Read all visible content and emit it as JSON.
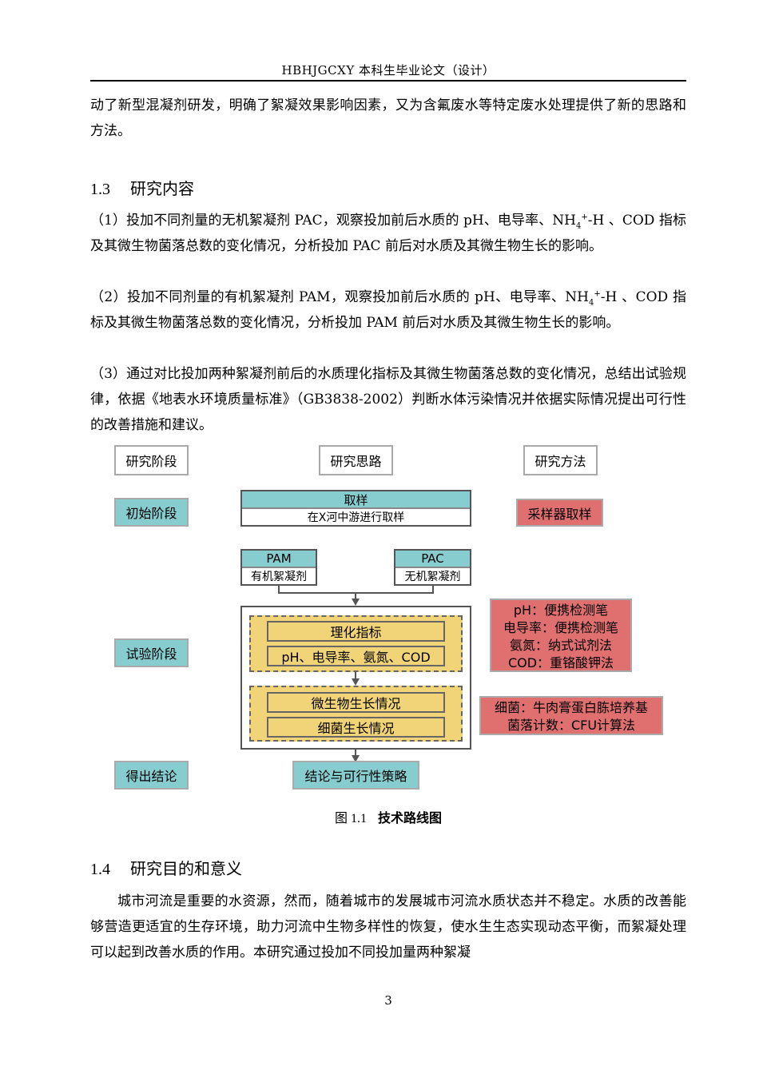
{
  "header": "HBHJGCXY 本科生毕业论文（设计）",
  "intro_paragraph": "动了新型混凝剂研发，明确了絮凝效果影响因素，又为含氟废水等特定废水处理提供了新的思路和方法。",
  "section_1_3": {
    "number": "1.3",
    "title": "研究内容"
  },
  "items": {
    "item1": {
      "pre": "（1）投加不同剂量的无机絮凝剂 PAC，观察投加前后水质的 pH、电导率、NH",
      "post": "-H 、COD 指标及其微生物菌落总数的变化情况，分析投加 PAC 前后对水质及其微生物生长的影响。"
    },
    "item2": {
      "pre": "（2）投加不同剂量的有机絮凝剂 PAM，观察投加前后水质的 pH、电导率、NH",
      "post": "-H 、COD 指标及其微生物菌落总数的变化情况，分析投加 PAM 前后对水质及其微生物生长的影响。"
    },
    "sub4": "4",
    "sup_plus": "+",
    "item3": "（3）通过对比投加两种絮凝剂前后的水质理化指标及其微生物菌落总数的变化情况，总结出试验规律，依据《地表水环境质量标准》（GB3838-2002）判断水体污染情况并依据实际情况提出可行性的改善措施和建议。"
  },
  "diagram": {
    "stage_header": "研究阶段",
    "idea_header": "研究思路",
    "method_header": "研究方法",
    "stage_initial": "初始阶段",
    "stage_test": "试验阶段",
    "stage_result": "得出结论",
    "sampling_title": "取样",
    "sampling_desc": "在X河中游进行取样",
    "sampler_method": "采样器取样",
    "pam_name": "PAM",
    "pam_desc": "有机絮凝剂",
    "pac_name": "PAC",
    "pac_desc": "无机絮凝剂",
    "physchem_title": "理化指标",
    "physchem_items": "pH、电导率、氨氮、COD",
    "micro_growth": "微生物生长情况",
    "bact_growth": "细菌生长情况",
    "method_lines_1": [
      "pH：便携检测笔",
      "电导率：便携检测笔",
      "氨氮：纳式试剂法",
      "COD：重铬酸钾法"
    ],
    "method_lines_2": [
      "细菌：牛肉膏蛋白胨培养基",
      "菌落计数：CFU计算法"
    ],
    "conclusion": "结论与可行性策略",
    "colors": {
      "teal": "#87cdd0",
      "red": "#e07070",
      "yellow": "#f1d477"
    }
  },
  "figure_caption": {
    "number": "图 1.1",
    "label": "技术路线图"
  },
  "section_1_4": {
    "number": "1.4",
    "title": "研究目的和意义"
  },
  "paragraph_1_4": "城市河流是重要的水资源，然而，随着城市的发展城市河流水质状态并不稳定。水质的改善能够营造更适宜的生存环境，助力河流中生物多样性的恢复，使水生生态实现动态平衡，而絮凝处理可以起到改善水质的作用。本研究通过投加不同投加量两种絮凝",
  "page_number": "3"
}
